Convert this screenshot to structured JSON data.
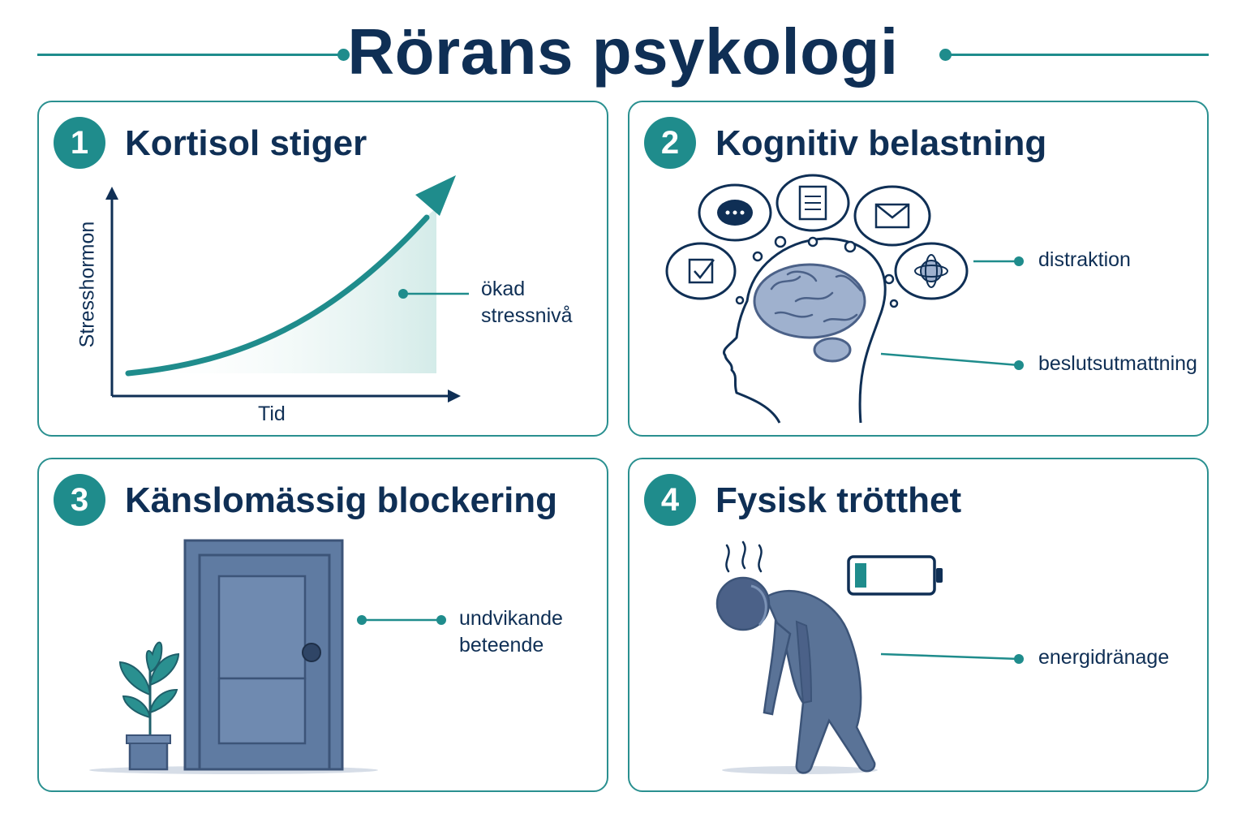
{
  "title": "Rörans psykologi",
  "panels": [
    {
      "number": "1",
      "title": "Kortisol stiger",
      "y_axis_label": "Stresshormon",
      "x_axis_label": "Tid",
      "labels": [
        "ökad",
        "stressnivå"
      ],
      "icon": "rising-curve-chart"
    },
    {
      "number": "2",
      "title": "Kognitiv belastning",
      "labels": [
        "distraktion",
        "beslutsutmattning"
      ],
      "icon": "brain-head-with-thought-bubbles"
    },
    {
      "number": "3",
      "title": "Känslomässig blockering",
      "labels": [
        "undvikande",
        "beteende"
      ],
      "icon": "closed-door-with-plant"
    },
    {
      "number": "4",
      "title": "Fysisk trötthet",
      "labels": [
        "energidränage"
      ],
      "icon": "tired-person-low-battery"
    }
  ],
  "colors": {
    "accent": "#1f8c8c",
    "navy": "#0f2f55",
    "figure": "#5a7397",
    "door": "#5f7ba2"
  }
}
